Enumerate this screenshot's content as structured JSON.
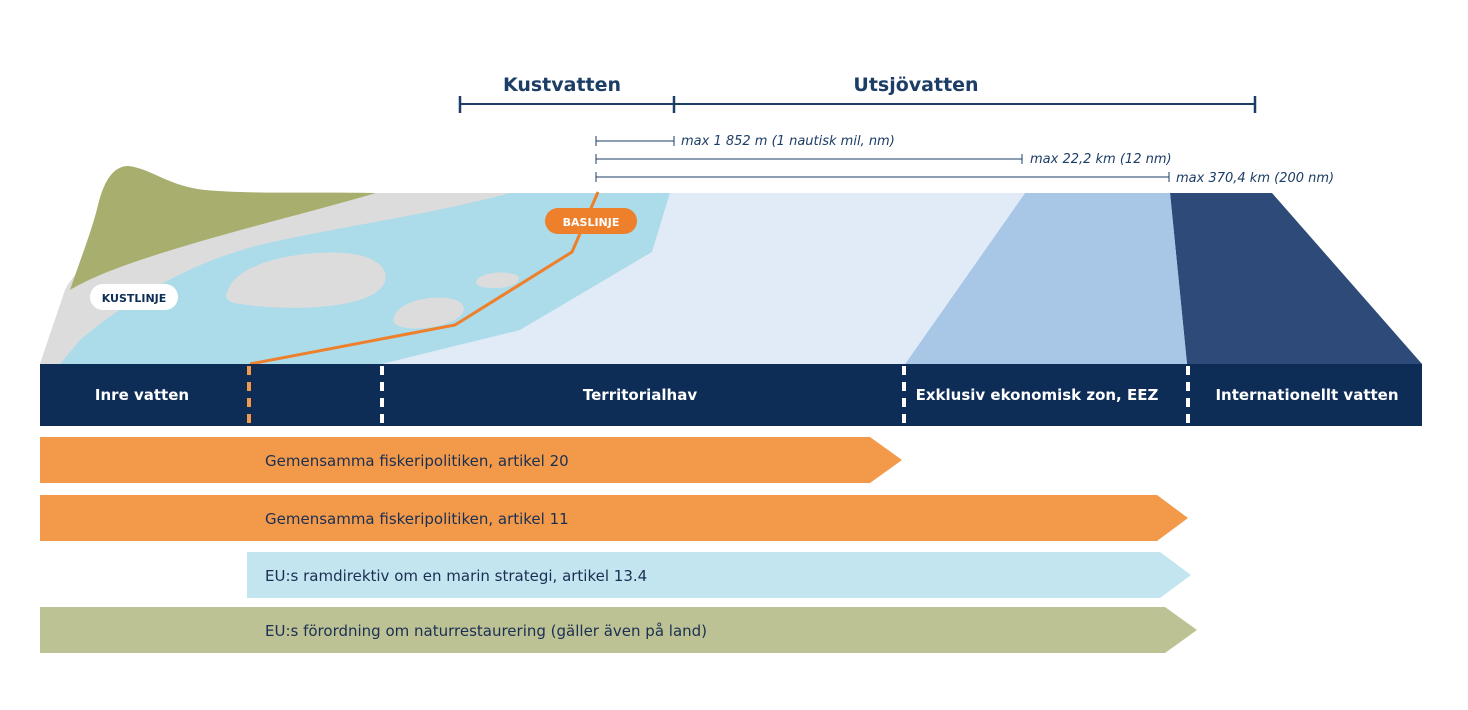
{
  "brackets": {
    "coastal": "Kustvatten",
    "offshore": "Utsjövatten"
  },
  "distances": [
    "max 1 852 m (1 nautisk mil, nm)",
    "max 22,2 km (12 nm)",
    "max 370,4 km (200 nm)"
  ],
  "map_labels": {
    "baseline": "BASLINJE",
    "coastline": "KUSTLINJE"
  },
  "zones": [
    "Inre vatten",
    "Territorialhav",
    "Exklusiv ekonomisk zon, EEZ",
    "Internationellt vatten"
  ],
  "policies": [
    "Gemensamma fiskeripolitiken, artikel 20",
    "Gemensamma fiskeripolitiken, artikel 11",
    "EU:s ramdirektiv om en marin strategi, artikel 13.4",
    "EU:s förordning om naturrestaurering (gäller även på land)"
  ],
  "colors": {
    "navy": "#0d2d57",
    "deep_sea": "#2e4a78",
    "eez": "#a8c6e6",
    "territorial": "#e1ebf7",
    "inner_water": "#acdbe9",
    "land": "#a7ae6e",
    "sand": "#dcdcdc",
    "orange": "#f39a4a",
    "light_blue": "#c2e5ef",
    "olive": "#bdc295"
  }
}
